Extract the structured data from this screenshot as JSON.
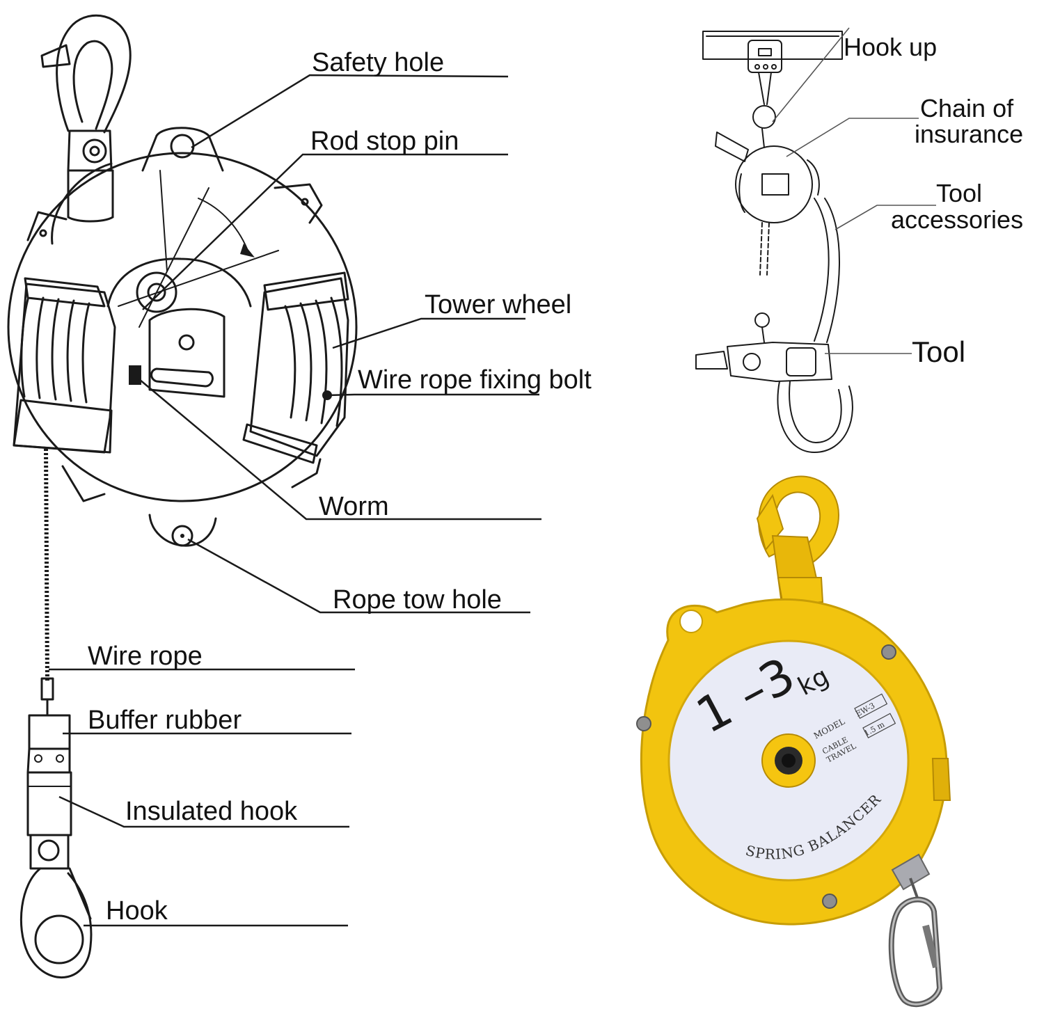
{
  "left_diagram": {
    "labels": {
      "safety_hole": "Safety hole",
      "rod_stop_pin": "Rod stop pin",
      "tower_wheel": "Tower wheel",
      "wire_rope_fixing_bolt": "Wire rope fixing bolt",
      "worm": "Worm",
      "rope_tow_hole": "Rope tow hole",
      "wire_rope": "Wire rope",
      "buffer_rubber": "Buffer rubber",
      "insulated_hook": "Insulated hook",
      "hook": "Hook"
    }
  },
  "right_diagram": {
    "labels": {
      "hook_up": "Hook up",
      "chain_of_insurance_1": "Chain of",
      "chain_of_insurance_2": "insurance",
      "tool_accessories_1": "Tool",
      "tool_accessories_2": "accessories",
      "tool": "Tool"
    }
  },
  "product_photo": {
    "capacity": "1 –3",
    "unit": "kg",
    "model_label": "MODEL",
    "model_value": "EW-3",
    "cable_travel_label_1": "CABLE",
    "cable_travel_label_2": "TRAVEL",
    "cable_travel_value": "1.5 m",
    "brand_text": "SPRING BALANCER",
    "colors": {
      "body": "#f2c40f",
      "body_shadow": "#c79d06",
      "face_plate": "#e9ebf6",
      "hub": "#f5c510"
    }
  }
}
